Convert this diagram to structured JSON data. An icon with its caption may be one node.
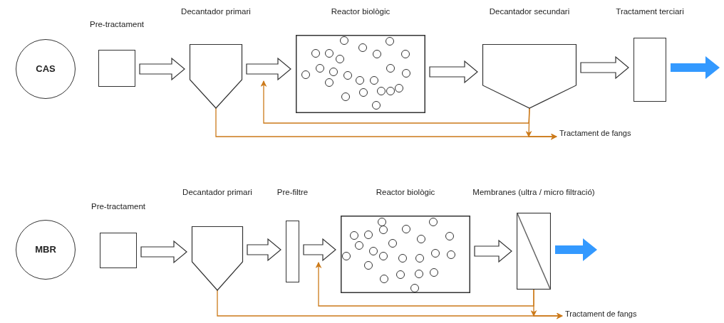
{
  "diagram": {
    "nodes": [
      {
        "text": [
          "CAS"
        ]
      },
      {
        "text": [
          "Pre-tractament"
        ]
      },
      {
        "text": [
          "Decantador primari"
        ]
      },
      {
        "text": [
          "Reactor biològic"
        ]
      },
      {
        "text": [
          "Decantador secundari"
        ]
      },
      {
        "text": [
          "Tractament terciari"
        ]
      },
      {
        "text": [
          "Tractament de fangs"
        ]
      },
      {
        "text": [
          "MBR"
        ]
      },
      {
        "text": [
          "Pre-tractament"
        ]
      },
      {
        "text": [
          "Decantador primari"
        ]
      },
      {
        "text": [
          "Pre-filtre"
        ]
      },
      {
        "text": [
          "Reactor biològic"
        ]
      },
      {
        "text": [
          "Membranes (ultra / micro filtració)"
        ]
      },
      {
        "text": [
          "Tractament de fangs"
        ]
      }
    ],
    "edges": [
      {
        "from": 1,
        "to": 2,
        "arrow": "to"
      },
      {
        "from": 2,
        "to": 3,
        "arrow": "to"
      },
      {
        "from": 3,
        "to": 4,
        "arrow": "to"
      },
      {
        "from": 4,
        "to": 5,
        "arrow": "to"
      },
      {
        "from": 5,
        "to": null,
        "arrow": "to",
        "style": "thick",
        "color": "#3399ff"
      },
      {
        "from": 2,
        "to": 6,
        "arrow": "to",
        "color": "#cc7a1a"
      },
      {
        "from": 4,
        "to": null,
        "arrow": "to",
        "color": "#cc7a1a"
      },
      {
        "from": 4,
        "to": 6,
        "arrow": "to",
        "color": "#cc7a1a"
      },
      {
        "from": 8,
        "to": 9,
        "arrow": "to"
      },
      {
        "from": 9,
        "to": 10,
        "arrow": "to"
      },
      {
        "from": 10,
        "to": 11,
        "arrow": "to"
      },
      {
        "from": 11,
        "to": 12,
        "arrow": "to"
      },
      {
        "from": 12,
        "to": null,
        "arrow": "to",
        "style": "thick",
        "color": "#3399ff"
      },
      {
        "from": 9,
        "to": 13,
        "arrow": "to",
        "color": "#cc7a1a"
      },
      {
        "from": 12,
        "to": null,
        "arrow": "to",
        "color": "#cc7a1a"
      },
      {
        "from": 12,
        "to": 13,
        "arrow": "to",
        "color": "#cc7a1a"
      }
    ]
  }
}
